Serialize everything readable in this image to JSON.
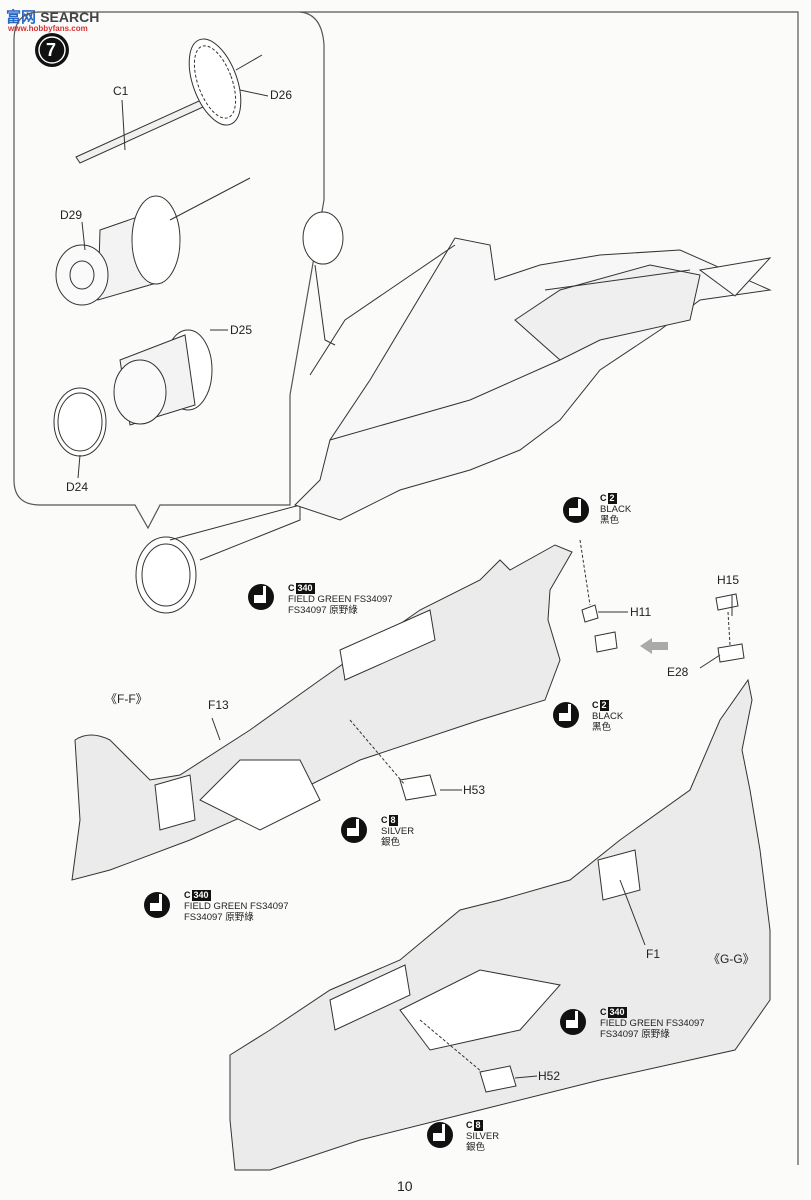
{
  "watermark": {
    "part1": "富",
    "part2": "网",
    "search": "SEARCH",
    "url": "www.hobbyfans.com"
  },
  "step": {
    "number": "7"
  },
  "parts": {
    "c1": "C1",
    "d26": "D26",
    "d29": "D29",
    "d25": "D25",
    "d24": "D24",
    "h15": "H15",
    "h11": "H11",
    "e28": "E28",
    "f13": "F13",
    "h53": "H53",
    "f1": "F1",
    "h52": "H52"
  },
  "views": {
    "ff": "《F-F》",
    "gg": "《G-G》"
  },
  "paints": {
    "green_top": {
      "code": "C",
      "num": "340",
      "line1": "FIELD GREEN FS34097",
      "line2": "FS34097 原野綠"
    },
    "black_top": {
      "code": "C",
      "num": "2",
      "line1": "BLACK",
      "line2": "黑色"
    },
    "black_mid": {
      "code": "C",
      "num": "2",
      "line1": "BLACK",
      "line2": "黑色"
    },
    "silver_mid": {
      "code": "C",
      "num": "8",
      "line1": "SILVER",
      "line2": "銀色"
    },
    "green_left": {
      "code": "C",
      "num": "340",
      "line1": "FIELD GREEN FS34097",
      "line2": "FS34097 原野綠"
    },
    "green_right": {
      "code": "C",
      "num": "340",
      "line1": "FIELD GREEN FS34097",
      "line2": "FS34097 原野綠"
    },
    "silver_bottom": {
      "code": "C",
      "num": "8",
      "line1": "SILVER",
      "line2": "銀色"
    }
  },
  "page_number": "10"
}
